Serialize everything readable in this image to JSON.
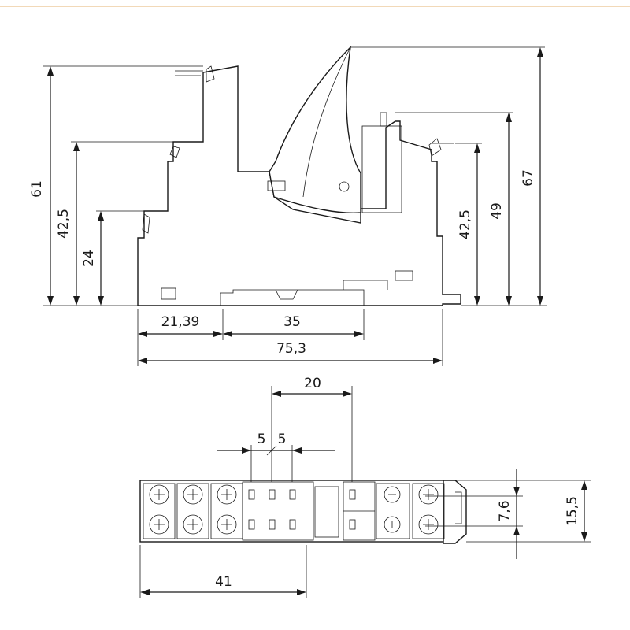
{
  "side_view": {
    "height_61": "61",
    "height_42_5_left": "42,5",
    "height_24": "24",
    "height_42_5_right": "42,5",
    "height_49": "49",
    "height_67": "67",
    "width_21_39": "21,39",
    "width_35": "35",
    "width_75_3": "75,3"
  },
  "top_view": {
    "pitch_20": "20",
    "pitch_5_a": "5",
    "pitch_5_b": "5",
    "height_7_6": "7,6",
    "height_15_5": "15,5",
    "length_41": "41"
  },
  "colors": {
    "line": "#1a1a1a",
    "header_rule": "#f2d9b8"
  }
}
